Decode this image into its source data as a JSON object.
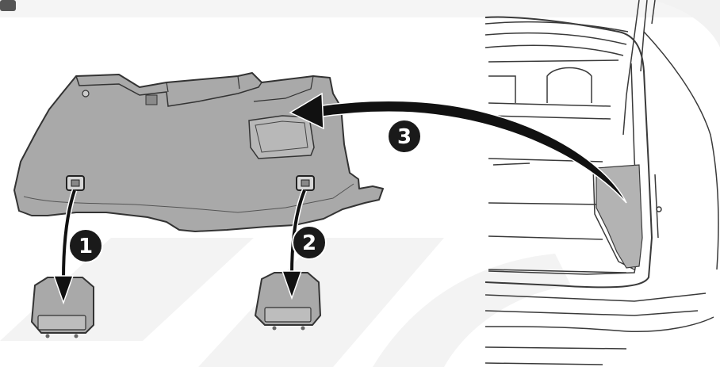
{
  "colors": {
    "panel_fill": "#a9a9a9",
    "panel_stroke": "#333333",
    "arrow": "#111111",
    "badge": "#1a1a1a",
    "watermark": "#f2f2f2",
    "car_line": "#3a3a3a",
    "trunk_shade": "#b3b3b3"
  },
  "steps": [
    {
      "label": "1"
    },
    {
      "label": "2"
    },
    {
      "label": "3"
    }
  ]
}
